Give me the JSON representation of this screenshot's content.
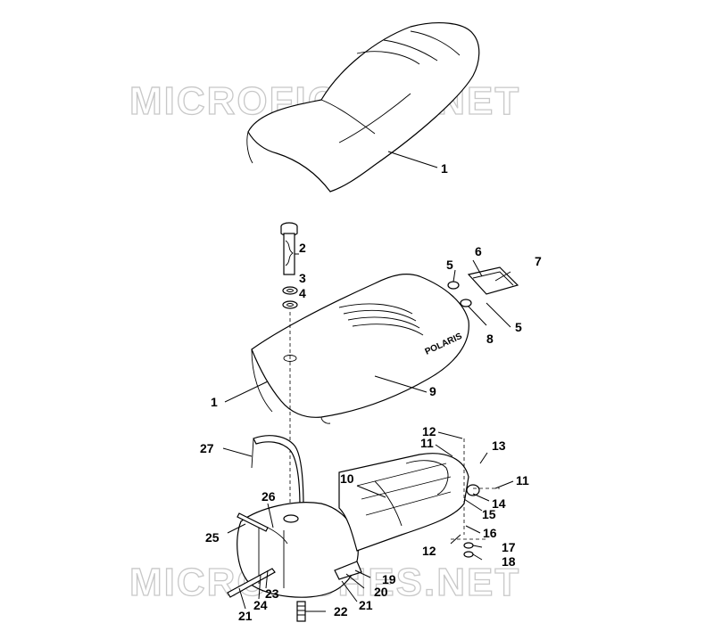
{
  "watermark": "MICROFICHES.NET",
  "brand": "POLARIS",
  "callouts": [
    {
      "id": "c1a",
      "text": "1"
    },
    {
      "id": "c2",
      "text": "2"
    },
    {
      "id": "c3",
      "text": "3"
    },
    {
      "id": "c4",
      "text": "4"
    },
    {
      "id": "c5a",
      "text": "5"
    },
    {
      "id": "c6",
      "text": "6"
    },
    {
      "id": "c7",
      "text": "7"
    },
    {
      "id": "c5b",
      "text": "5"
    },
    {
      "id": "c8",
      "text": "8"
    },
    {
      "id": "c1b",
      "text": "1"
    },
    {
      "id": "c9",
      "text": "9"
    },
    {
      "id": "c12a",
      "text": "12"
    },
    {
      "id": "c11a",
      "text": "11"
    },
    {
      "id": "c13",
      "text": "13"
    },
    {
      "id": "c27",
      "text": "27"
    },
    {
      "id": "c10",
      "text": "10"
    },
    {
      "id": "c11b",
      "text": "11"
    },
    {
      "id": "c14",
      "text": "14"
    },
    {
      "id": "c15",
      "text": "15"
    },
    {
      "id": "c26",
      "text": "26"
    },
    {
      "id": "c16",
      "text": "16"
    },
    {
      "id": "c25",
      "text": "25"
    },
    {
      "id": "c12b",
      "text": "12"
    },
    {
      "id": "c17",
      "text": "17"
    },
    {
      "id": "c18",
      "text": "18"
    },
    {
      "id": "c19",
      "text": "19"
    },
    {
      "id": "c20",
      "text": "20"
    },
    {
      "id": "c23",
      "text": "23"
    },
    {
      "id": "c24",
      "text": "24"
    },
    {
      "id": "c21a",
      "text": "21"
    },
    {
      "id": "c21b",
      "text": "21"
    },
    {
      "id": "c22",
      "text": "22"
    }
  ]
}
